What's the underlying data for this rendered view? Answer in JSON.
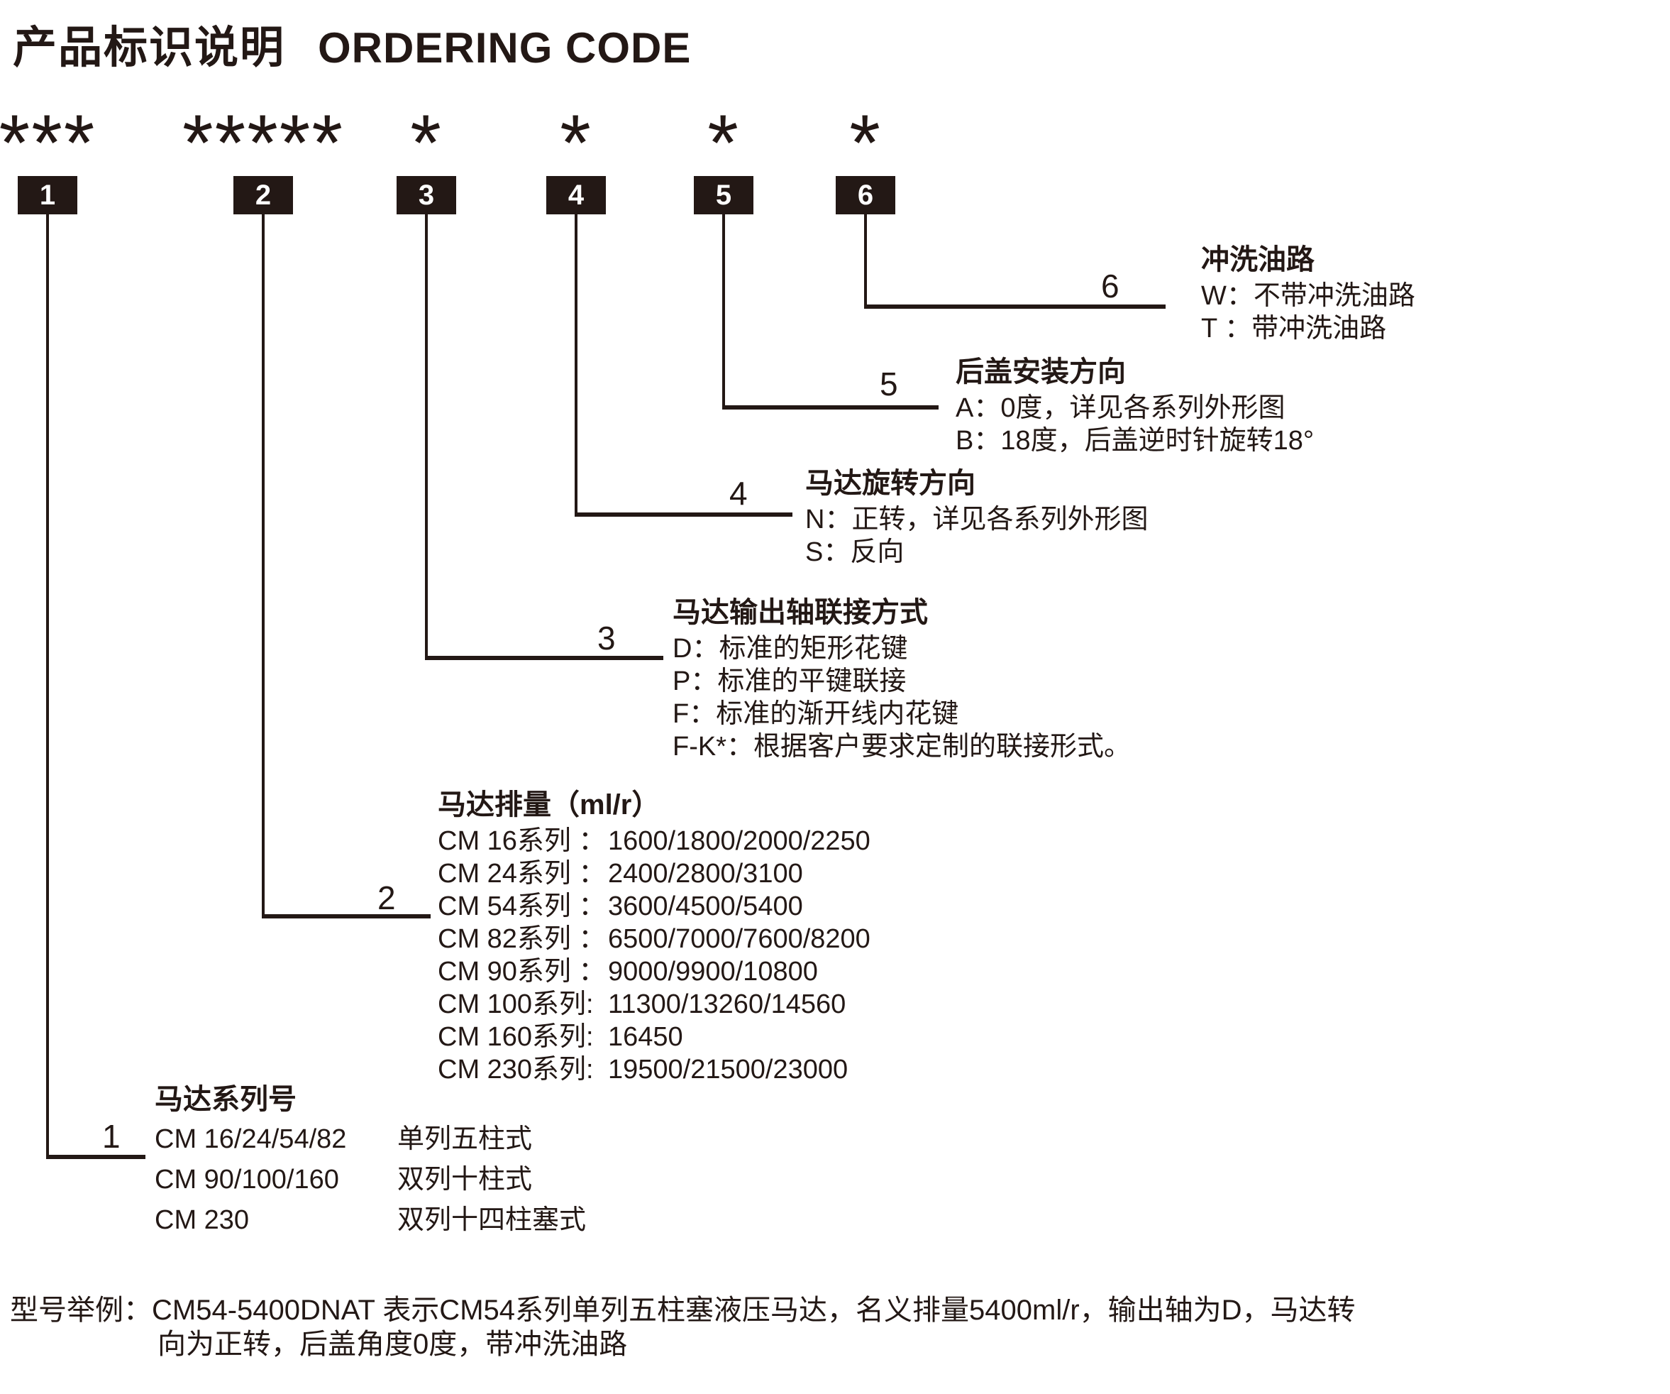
{
  "document": {
    "title_zh": "产品标识说明",
    "title_en": "ORDERING CODE",
    "ink_color": "#231815",
    "background": "#ffffff"
  },
  "code_pattern": {
    "groups": [
      {
        "num": "1",
        "stars": "***"
      },
      {
        "num": "2",
        "stars": "*****"
      },
      {
        "num": "3",
        "stars": "*"
      },
      {
        "num": "4",
        "stars": "*"
      },
      {
        "num": "5",
        "stars": "*"
      },
      {
        "num": "6",
        "stars": "*"
      }
    ]
  },
  "sections": [
    {
      "num": "1",
      "heading": "马达系列号",
      "rows": [
        {
          "c1": "CM 16/24/54/82",
          "c2": "单列五柱式"
        },
        {
          "c1": "CM 90/100/160",
          "c2": "双列十柱式"
        },
        {
          "c1": "CM 230",
          "c2": "双列十四柱塞式"
        }
      ]
    },
    {
      "num": "2",
      "heading": "马达排量（ml/r）",
      "rows": [
        {
          "c1": "CM 16系列 ：",
          "c2": "1600/1800/2000/2250"
        },
        {
          "c1": "CM 24系列 ：",
          "c2": "2400/2800/3100"
        },
        {
          "c1": "CM 54系列 ：",
          "c2": "3600/4500/5400"
        },
        {
          "c1": "CM 82系列 ：",
          "c2": "6500/7000/7600/8200"
        },
        {
          "c1": "CM 90系列 ：",
          "c2": "9000/9900/10800"
        },
        {
          "c1": "CM 100系列:",
          "c2": "11300/13260/14560"
        },
        {
          "c1": "CM 160系列:",
          "c2": "16450"
        },
        {
          "c1": "CM 230系列:",
          "c2": "19500/21500/23000"
        }
      ]
    },
    {
      "num": "3",
      "heading": "马达输出轴联接方式",
      "rows": [
        {
          "c1": "D：标准的矩形花键"
        },
        {
          "c1": "P：标准的平键联接"
        },
        {
          "c1": "F：标准的渐开线内花键"
        },
        {
          "c1": "F-K*：根据客户要求定制的联接形式。"
        }
      ]
    },
    {
      "num": "4",
      "heading": "马达旋转方向",
      "rows": [
        {
          "c1": "N：正转，详见各系列外形图"
        },
        {
          "c1": "S：反向"
        }
      ]
    },
    {
      "num": "5",
      "heading": "后盖安装方向",
      "rows": [
        {
          "c1": "A：0度，详见各系列外形图"
        },
        {
          "c1": "B：18度，后盖逆时针旋转18°"
        }
      ]
    },
    {
      "num": "6",
      "heading": "冲洗油路",
      "rows": [
        {
          "c1": "W：不带冲洗油路"
        },
        {
          "c1": "T ：带冲洗油路"
        }
      ]
    }
  ],
  "example": {
    "label": "型号举例：",
    "line1": "CM54-5400DNAT 表示CM54系列单列五柱塞液压马达，名义排量5400ml/r，输出轴为D，马达转",
    "line2": "向为正转，后盖角度0度，带冲洗油路"
  }
}
